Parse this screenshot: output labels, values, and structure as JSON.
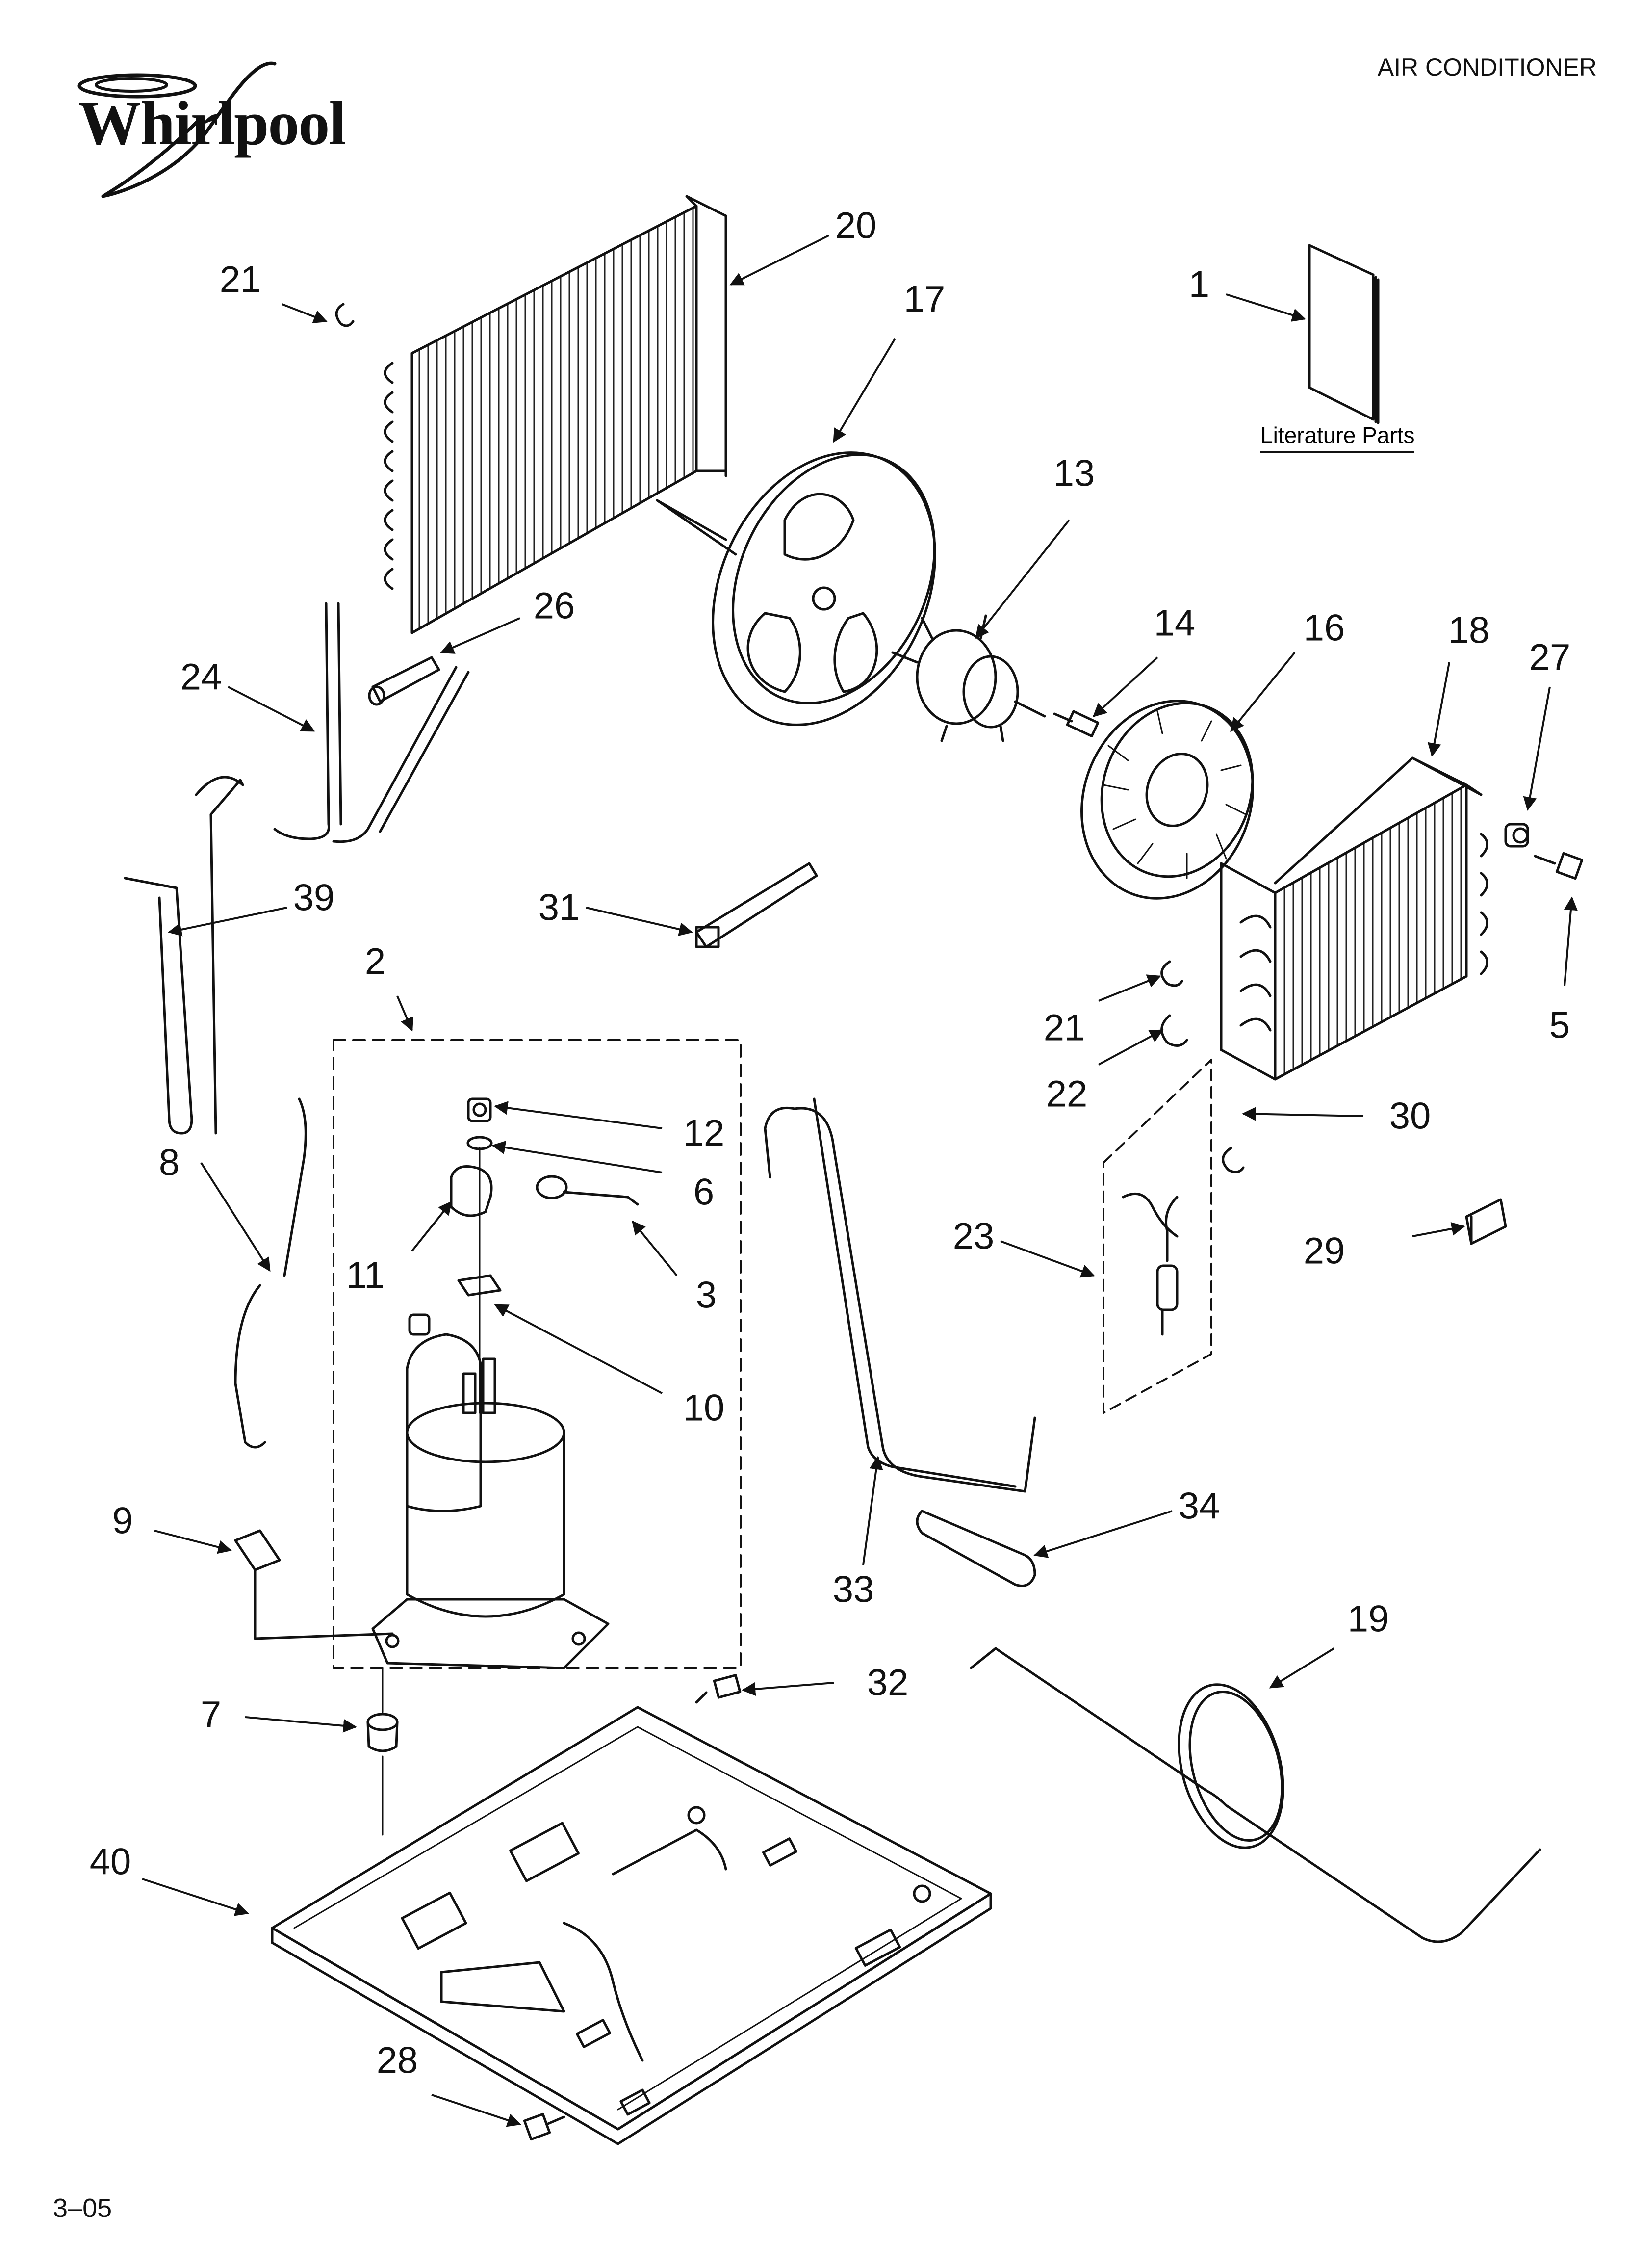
{
  "header": {
    "title": "AIR CONDITIONER"
  },
  "brand": {
    "logo_text": "Whirlpool"
  },
  "footer": {
    "code": "3–05"
  },
  "literature": {
    "label": "Literature Parts"
  },
  "callouts": [
    {
      "id": "c1",
      "label": "1"
    },
    {
      "id": "c2",
      "label": "2"
    },
    {
      "id": "c3",
      "label": "3"
    },
    {
      "id": "c5",
      "label": "5"
    },
    {
      "id": "c6",
      "label": "6"
    },
    {
      "id": "c7",
      "label": "7"
    },
    {
      "id": "c8",
      "label": "8"
    },
    {
      "id": "c9",
      "label": "9"
    },
    {
      "id": "c10",
      "label": "10"
    },
    {
      "id": "c11",
      "label": "11"
    },
    {
      "id": "c12",
      "label": "12"
    },
    {
      "id": "c13",
      "label": "13"
    },
    {
      "id": "c14",
      "label": "14"
    },
    {
      "id": "c16",
      "label": "16"
    },
    {
      "id": "c17",
      "label": "17"
    },
    {
      "id": "c18",
      "label": "18"
    },
    {
      "id": "c19",
      "label": "19"
    },
    {
      "id": "c20",
      "label": "20"
    },
    {
      "id": "c21a",
      "label": "21"
    },
    {
      "id": "c21b",
      "label": "21"
    },
    {
      "id": "c22",
      "label": "22"
    },
    {
      "id": "c23",
      "label": "23"
    },
    {
      "id": "c24",
      "label": "24"
    },
    {
      "id": "c26",
      "label": "26"
    },
    {
      "id": "c27",
      "label": "27"
    },
    {
      "id": "c28",
      "label": "28"
    },
    {
      "id": "c29",
      "label": "29"
    },
    {
      "id": "c30",
      "label": "30"
    },
    {
      "id": "c31",
      "label": "31"
    },
    {
      "id": "c32",
      "label": "32"
    },
    {
      "id": "c33",
      "label": "33"
    },
    {
      "id": "c34",
      "label": "34"
    },
    {
      "id": "c39",
      "label": "39"
    },
    {
      "id": "c40",
      "label": "40"
    }
  ]
}
